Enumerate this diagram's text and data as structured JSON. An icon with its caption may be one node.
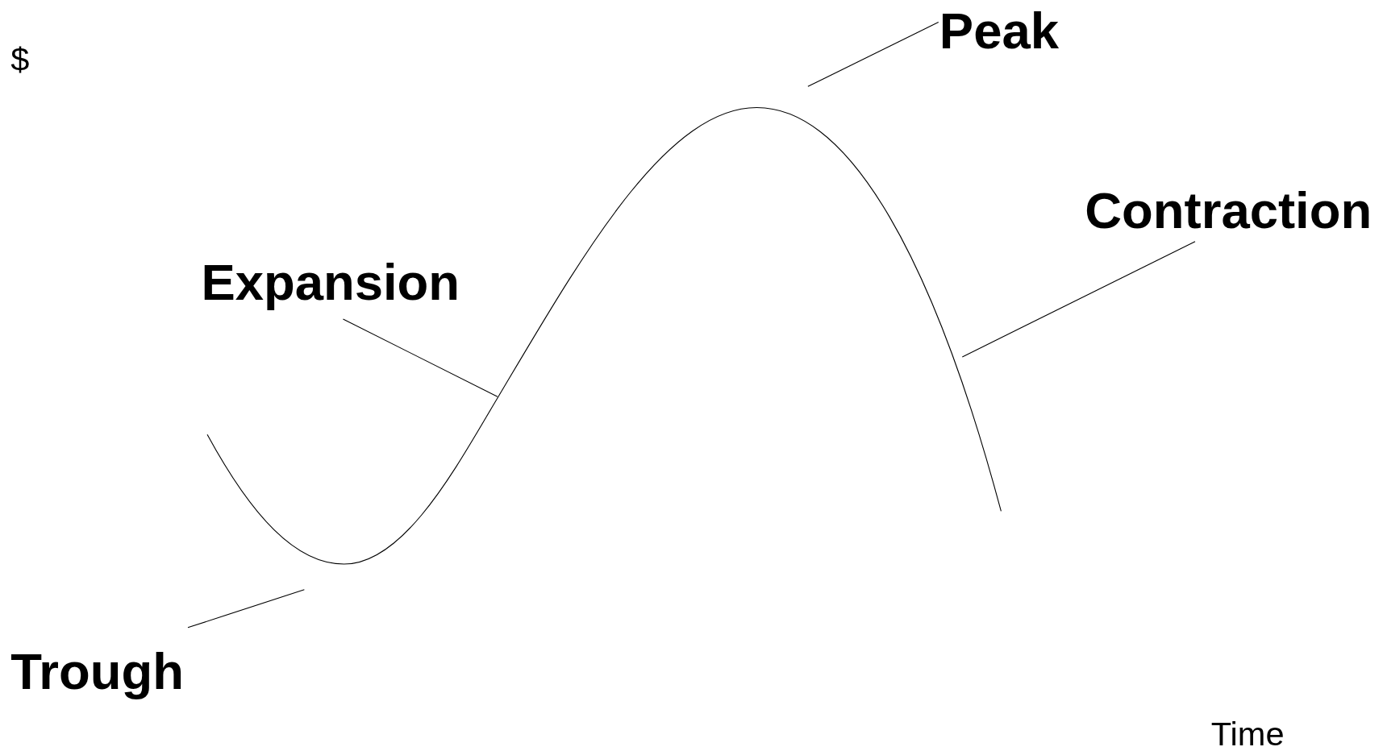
{
  "diagram": {
    "nodes": [
      {
        "text": [
          "Peak"
        ]
      },
      {
        "text": [
          "Contraction"
        ]
      },
      {
        "text": [
          "Expansion"
        ]
      },
      {
        "text": [
          "Trough"
        ]
      }
    ],
    "edges": [
      {
        "from": 0,
        "to": null,
        "arrow": "none"
      },
      {
        "from": 1,
        "to": null,
        "arrow": "none"
      },
      {
        "from": 2,
        "to": null,
        "arrow": "none"
      },
      {
        "from": 3,
        "to": null,
        "arrow": "none"
      }
    ],
    "labels": [
      "$",
      "Time"
    ]
  }
}
